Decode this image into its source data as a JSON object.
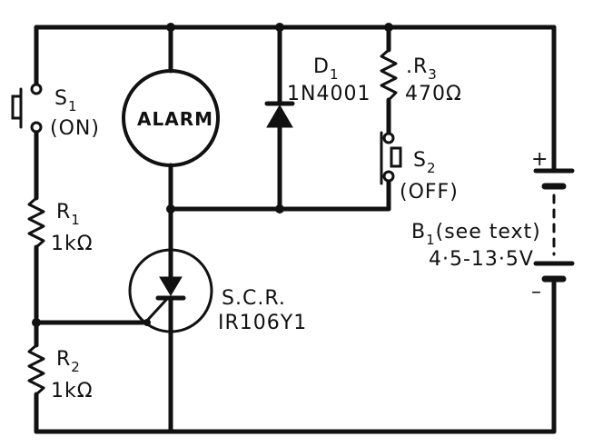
{
  "components": {
    "alarm": {
      "label": "ALARM"
    },
    "d1": {
      "ref": "D",
      "ref_sub": "1",
      "value": "1N4001"
    },
    "r3": {
      "ref": ".R",
      "ref_sub": "3",
      "value": "470Ω"
    },
    "s1": {
      "ref": "S",
      "ref_sub": "1",
      "state": "(ON)"
    },
    "s2": {
      "ref": "S",
      "ref_sub": "2",
      "state": "(OFF)"
    },
    "r1": {
      "ref": "R",
      "ref_sub": "1",
      "value": "1kΩ"
    },
    "r2": {
      "ref": "R",
      "ref_sub": "2",
      "value": "1kΩ"
    },
    "scr": {
      "ref": "S.C.R.",
      "value": "IR106Y1"
    },
    "b1": {
      "ref": "B",
      "ref_sub": "1",
      "note": "(see text)",
      "value": "4·5-13·5V",
      "plus": "+",
      "minus": "–"
    }
  }
}
